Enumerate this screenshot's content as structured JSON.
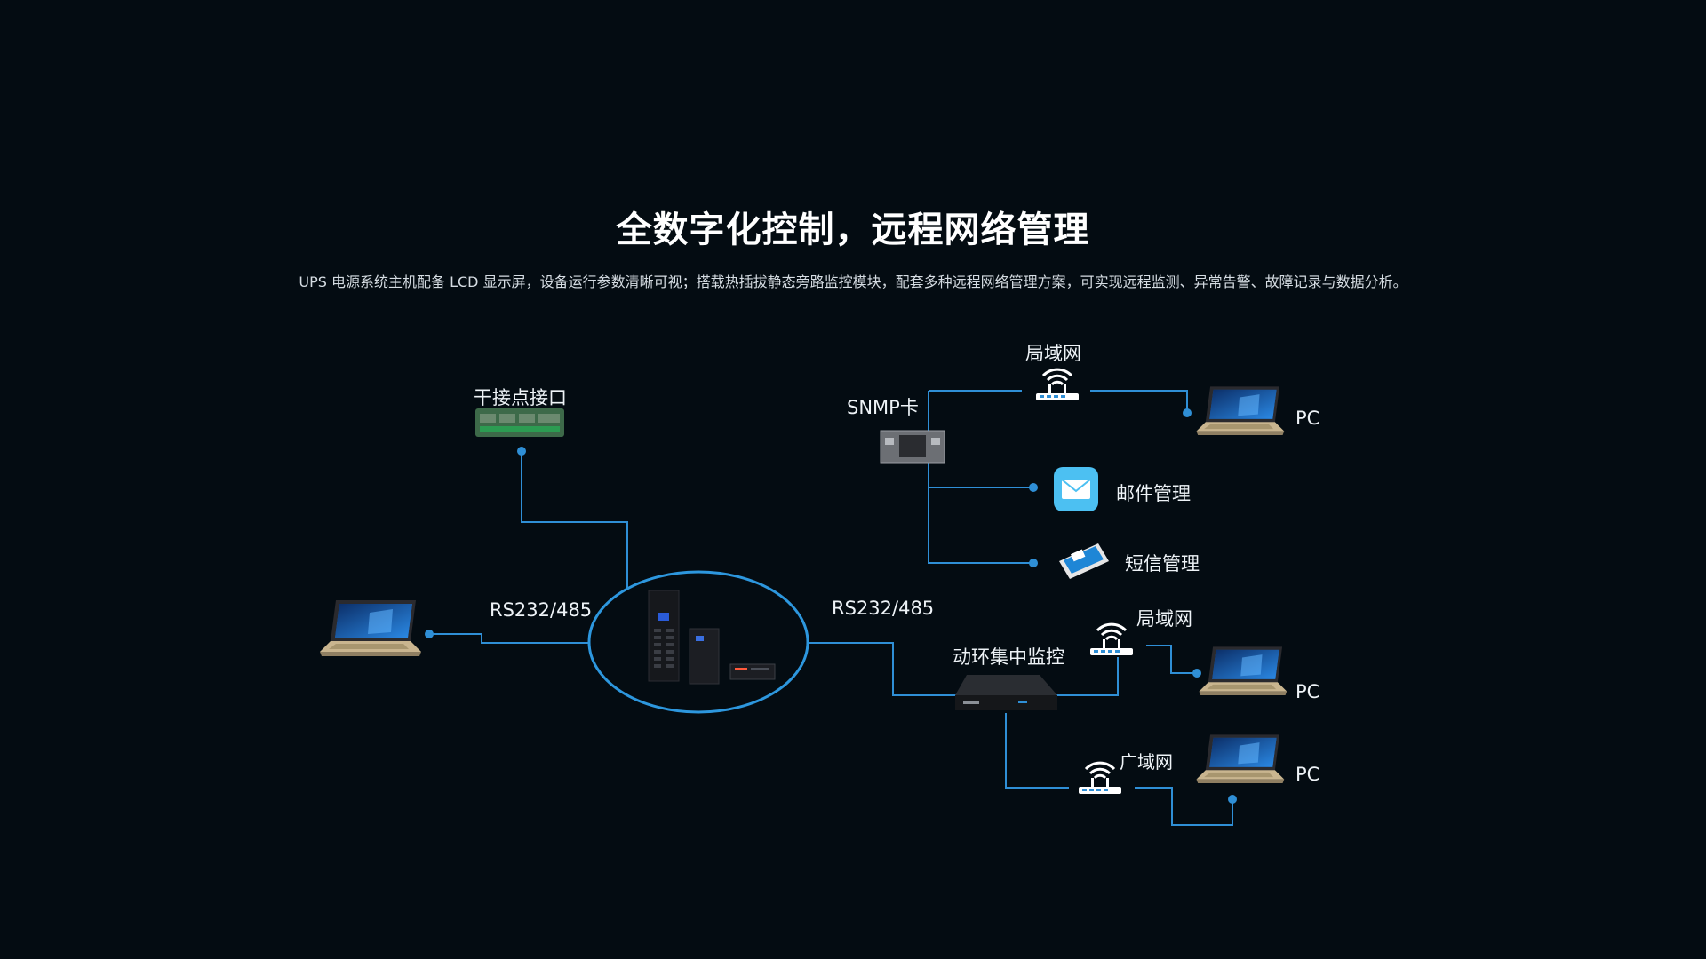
{
  "header": {
    "title": "全数字化控制，远程网络管理",
    "subtitle": "UPS 电源系统主机配备 LCD 显示屏，设备运行参数清晰可视；搭载热插拔静态旁路监控模块，配套多种远程网络管理方案，可实现远程监测、异常告警、故障记录与数据分析。"
  },
  "diagram": {
    "dry_contact": "干接点接口",
    "rs_left": "RS232/485",
    "rs_right": "RS232/485",
    "snmp": "SNMP卡",
    "lan_top": "局域网",
    "pc_top": "PC",
    "mail": "邮件管理",
    "sms": "短信管理",
    "env_monitor": "动环集中监控",
    "lan_bottom": "局域网",
    "pc_mid": "PC",
    "wan": "广域网",
    "pc_bottom": "PC"
  },
  "colors": {
    "background": "#040c12",
    "line": "#2f8fd6",
    "ellipse": "#2d97de"
  },
  "icons": {
    "laptop": "laptop-icon",
    "router": "wifi-router-icon",
    "mail": "mail-icon",
    "phone": "phone-icon",
    "board": "circuit-board-icon",
    "snmp_card": "snmp-card-icon",
    "ups": "ups-cabinet-icon",
    "monitor_box": "monitoring-unit-icon"
  }
}
